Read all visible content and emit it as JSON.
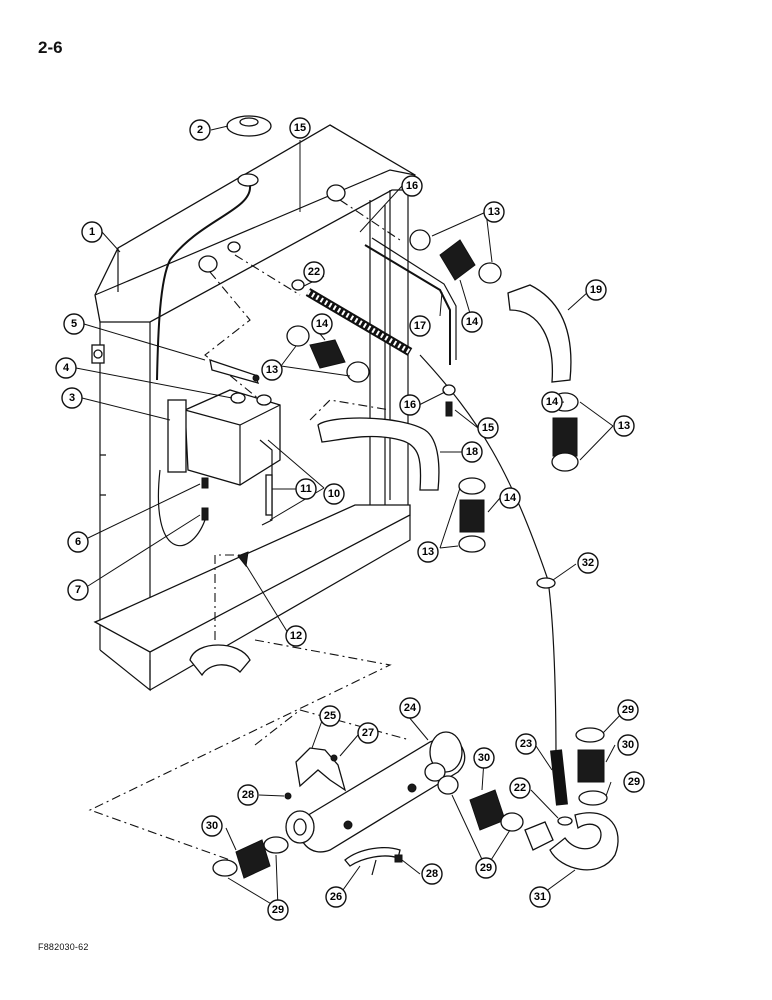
{
  "page": {
    "page_number": "2-6",
    "figure_code": "F882030-62"
  },
  "callouts": [
    "1",
    "2",
    "3",
    "4",
    "5",
    "6",
    "7",
    "10",
    "11",
    "12",
    "13",
    "13",
    "13",
    "13",
    "14",
    "14",
    "14",
    "14",
    "15",
    "15",
    "16",
    "16",
    "17",
    "18",
    "19",
    "22",
    "22",
    "23",
    "24",
    "25",
    "26",
    "27",
    "28",
    "28",
    "29",
    "29",
    "29",
    "29",
    "30",
    "30",
    "30",
    "31",
    "32"
  ]
}
